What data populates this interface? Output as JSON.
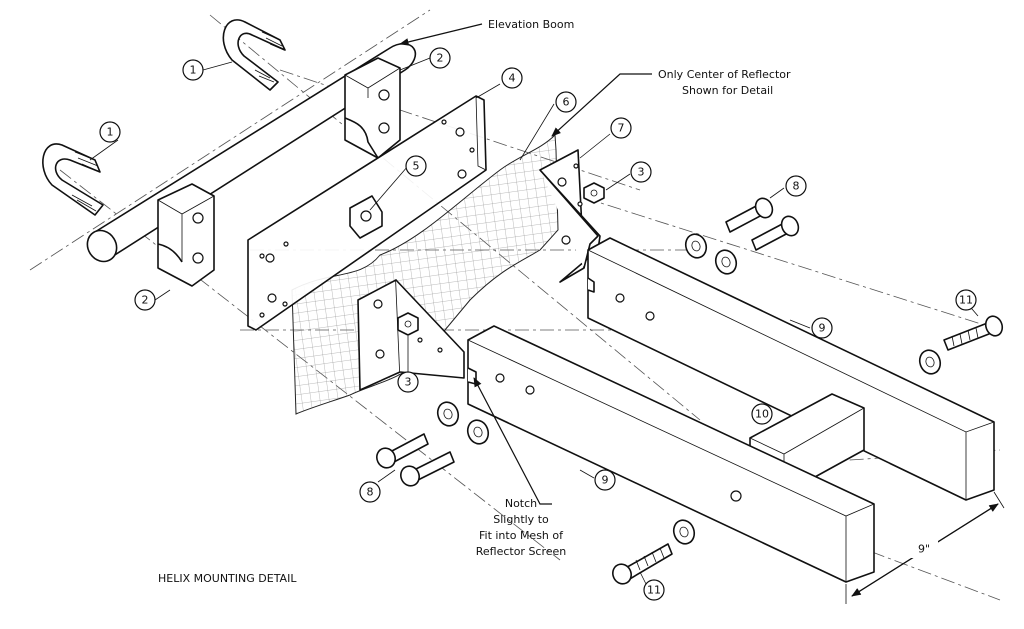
{
  "diagram": {
    "title": "HELIX MOUNTING DETAIL",
    "callouts": {
      "elevation_boom": "Elevation Boom",
      "reflector_line1": "Only Center of Reflector",
      "reflector_line2": "Shown for Detail",
      "notch_line1": "Notch",
      "notch_line2": "Slightly to",
      "notch_line3": "Fit into Mesh of",
      "notch_line4": "Reflector Screen"
    },
    "dimension": "9\"",
    "part_numbers": {
      "u_bolt_top": "1",
      "u_bolt_left": "1",
      "clamp_top": "2",
      "clamp_bottom": "2",
      "plate": "4",
      "plate_hole": "5",
      "screen": "6",
      "bracket_top": "7",
      "nut_top": "3",
      "nut_bottom": "3",
      "bolts_top": "8",
      "bolts_bottom": "8",
      "beam_top": "9",
      "beam_bottom": "9",
      "spacer": "10",
      "lag_top": "11",
      "lag_bottom": "11"
    }
  }
}
